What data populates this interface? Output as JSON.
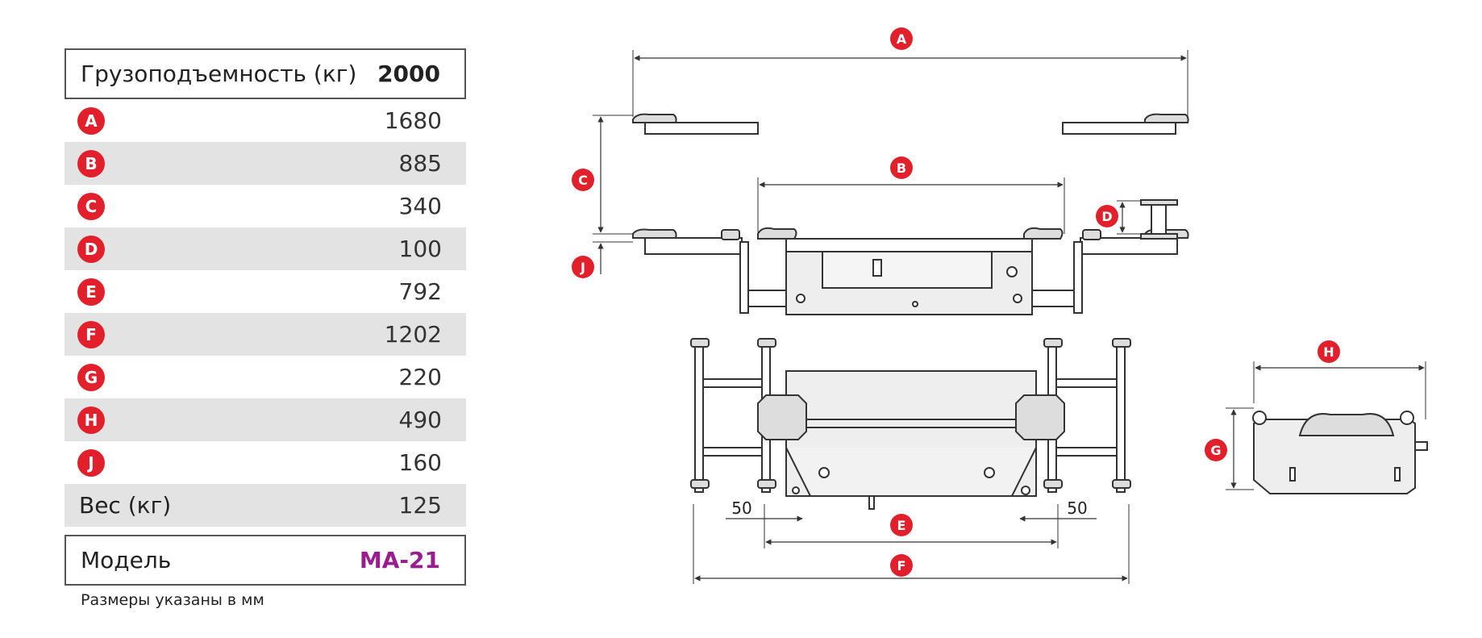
{
  "accent_color": "#e2202c",
  "model_color": "#9a1d8f",
  "table": {
    "capacity_label": "Грузоподъемность (кг)",
    "capacity_value": "2000",
    "rows": [
      {
        "letter": "A",
        "value": "1680"
      },
      {
        "letter": "B",
        "value": "885"
      },
      {
        "letter": "C",
        "value": "340"
      },
      {
        "letter": "D",
        "value": "100"
      },
      {
        "letter": "E",
        "value": "792"
      },
      {
        "letter": "F",
        "value": "1202"
      },
      {
        "letter": "G",
        "value": "220"
      },
      {
        "letter": "H",
        "value": "490"
      },
      {
        "letter": "J",
        "value": "160"
      }
    ],
    "weight_label": "Вес (кг)",
    "weight_value": "125",
    "model_label": "Модель",
    "model_value": "MA-21"
  },
  "note": "Размеры указаны в мм",
  "diagram": {
    "badges": {
      "A": "A",
      "B": "B",
      "C": "C",
      "D": "D",
      "E": "E",
      "F": "F",
      "G": "G",
      "H": "H",
      "J": "J"
    },
    "dim_left_offset": "50",
    "dim_right_offset": "50"
  }
}
